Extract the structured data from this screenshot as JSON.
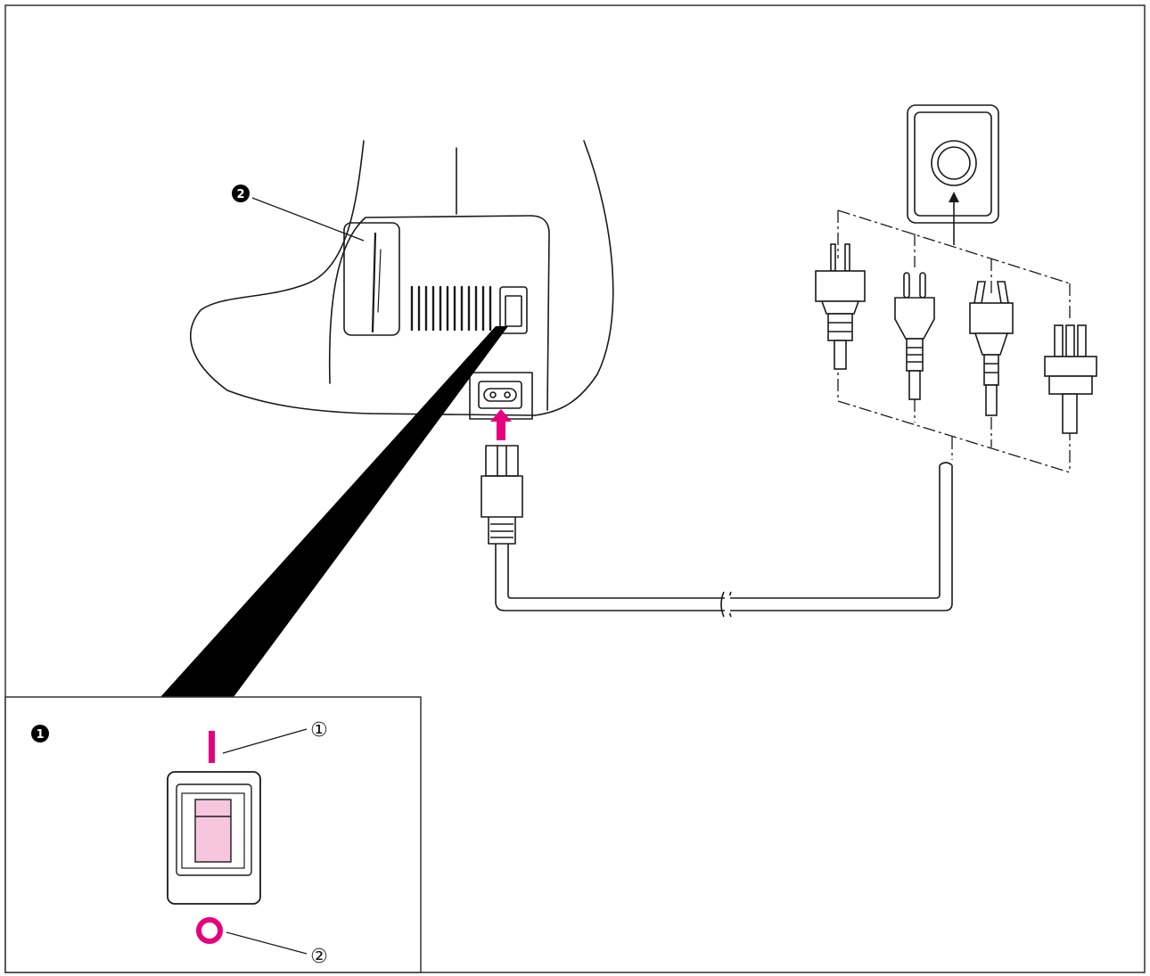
{
  "callouts": {
    "inset_marker": "1",
    "slider_marker": "2",
    "on_ref": "①",
    "off_ref": "②"
  },
  "switch_symbols": {
    "on": "I",
    "off": "O"
  },
  "colors": {
    "accent_magenta": "#e6007e",
    "switch_fill": "#f6c6de",
    "line": "#1a1a1a",
    "background": "#ffffff"
  },
  "icons": {
    "machine": "sewing-machine-rear",
    "power_switch": "rocker-switch",
    "socket": "ac-inlet",
    "connector": "power-cord-connector",
    "outlet": "wall-outlet",
    "plugs": [
      "plug-type-a",
      "plug-type-c",
      "plug-type-i",
      "plug-type-g"
    ]
  }
}
